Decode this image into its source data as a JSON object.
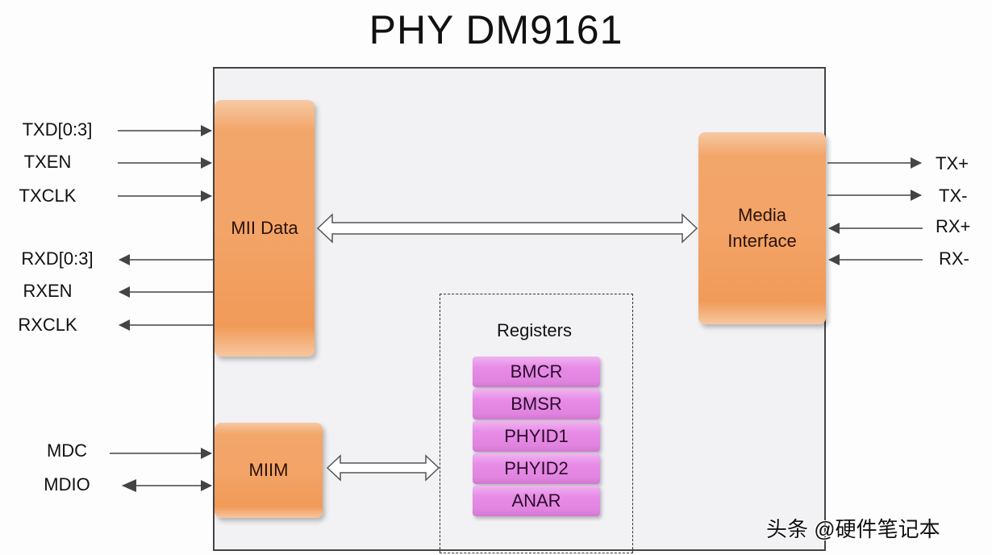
{
  "title": "PHY DM9161",
  "blocks": {
    "mii_data": "MII Data",
    "media_interface": "Media Interface",
    "miim": "MIIM"
  },
  "registers": {
    "title": "Registers",
    "items": [
      "BMCR",
      "BMSR",
      "PHYID1",
      "PHYID2",
      "ANAR"
    ]
  },
  "left_signals": [
    {
      "label": "TXD[0:3]",
      "direction": "in"
    },
    {
      "label": "TXEN",
      "direction": "in"
    },
    {
      "label": "TXCLK",
      "direction": "in"
    },
    {
      "label": "RXD[0:3]",
      "direction": "out"
    },
    {
      "label": "RXEN",
      "direction": "out"
    },
    {
      "label": "RXCLK",
      "direction": "out"
    }
  ],
  "mgmt_signals": [
    {
      "label": "MDC",
      "direction": "in"
    },
    {
      "label": "MDIO",
      "direction": "bidirectional"
    }
  ],
  "right_signals": [
    {
      "label": "TX+",
      "direction": "out"
    },
    {
      "label": "TX-",
      "direction": "out"
    },
    {
      "label": "RX+",
      "direction": "in"
    },
    {
      "label": "RX-",
      "direction": "in"
    }
  ],
  "watermark": "头条 @硬件笔记本"
}
